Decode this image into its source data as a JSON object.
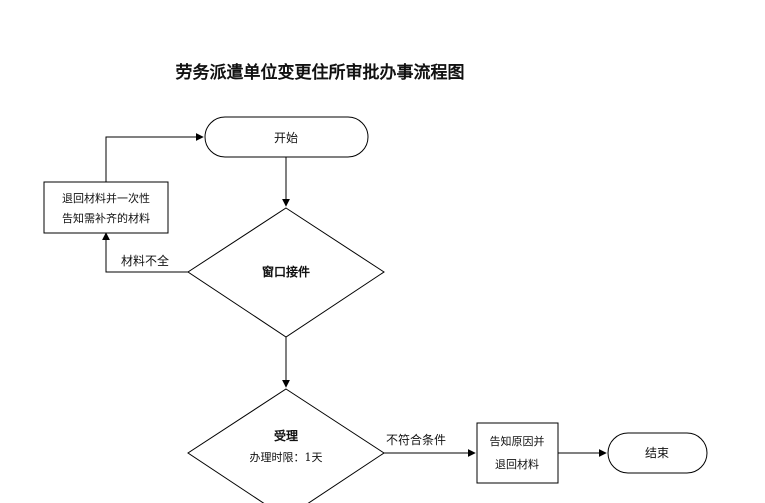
{
  "title": "劳务派遣单位变更住所审批办事流程图",
  "nodes": {
    "start": "开始",
    "window_receive": "窗口接件",
    "return_line1": "退回材料并一次性",
    "return_line2": "告知需补齐的材料",
    "accept_title": "受理",
    "accept_limit": "办理时限：1天",
    "notify_line1": "告知原因并",
    "notify_line2": "退回材料",
    "end": "结束"
  },
  "edges": {
    "incomplete": "材料不全",
    "not_qualified": "不符合条件"
  }
}
